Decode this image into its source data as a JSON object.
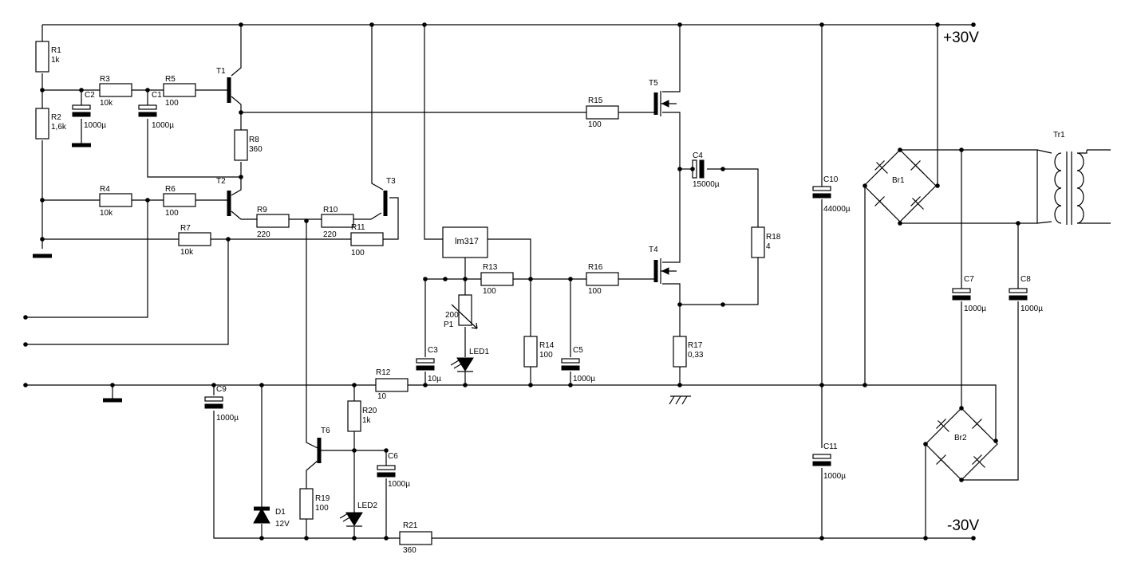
{
  "rails": {
    "positive": "+30V",
    "negative": "-30V"
  },
  "components": [
    {
      "id": "r1",
      "name": "R1",
      "value": "1k"
    },
    {
      "id": "r2",
      "name": "R2",
      "value": "1,6k"
    },
    {
      "id": "r3",
      "name": "R3",
      "value": "10k"
    },
    {
      "id": "r4",
      "name": "R4",
      "value": "10k"
    },
    {
      "id": "r5",
      "name": "R5",
      "value": "100"
    },
    {
      "id": "r6",
      "name": "R6",
      "value": "100"
    },
    {
      "id": "r7",
      "name": "R7",
      "value": "10k"
    },
    {
      "id": "r8",
      "name": "R8",
      "value": "360"
    },
    {
      "id": "r9",
      "name": "R9",
      "value": "220"
    },
    {
      "id": "r10",
      "name": "R10",
      "value": "220"
    },
    {
      "id": "r11",
      "name": "R11",
      "value": "100"
    },
    {
      "id": "r12",
      "name": "R12",
      "value": "10"
    },
    {
      "id": "r13",
      "name": "R13",
      "value": "100"
    },
    {
      "id": "r14",
      "name": "R14",
      "value": "100"
    },
    {
      "id": "r15",
      "name": "R15",
      "value": "100"
    },
    {
      "id": "r16",
      "name": "R16",
      "value": "100"
    },
    {
      "id": "r17",
      "name": "R17",
      "value": "0,33"
    },
    {
      "id": "r18",
      "name": "R18",
      "value": "4"
    },
    {
      "id": "r19",
      "name": "R19",
      "value": "100"
    },
    {
      "id": "r20",
      "name": "R20",
      "value": "1k"
    },
    {
      "id": "r21",
      "name": "R21",
      "value": "360"
    },
    {
      "id": "p1",
      "name": "P1",
      "value": "200"
    },
    {
      "id": "c1",
      "name": "C1",
      "value": "1000µ"
    },
    {
      "id": "c2",
      "name": "C2",
      "value": "1000µ"
    },
    {
      "id": "c3",
      "name": "C3",
      "value": "10µ"
    },
    {
      "id": "c4",
      "name": "C4",
      "value": "15000µ"
    },
    {
      "id": "c5",
      "name": "C5",
      "value": "1000µ"
    },
    {
      "id": "c6",
      "name": "C6",
      "value": "1000µ"
    },
    {
      "id": "c7",
      "name": "C7",
      "value": "1000µ"
    },
    {
      "id": "c8",
      "name": "C8",
      "value": "1000µ"
    },
    {
      "id": "c9",
      "name": "C9",
      "value": "1000µ"
    },
    {
      "id": "c10",
      "name": "C10",
      "value": "44000µ"
    },
    {
      "id": "c11",
      "name": "C11",
      "value": "1000µ"
    },
    {
      "id": "t1",
      "name": "T1",
      "value": ""
    },
    {
      "id": "t2",
      "name": "T2",
      "value": ""
    },
    {
      "id": "t3",
      "name": "T3",
      "value": ""
    },
    {
      "id": "t4",
      "name": "T4",
      "value": ""
    },
    {
      "id": "t5",
      "name": "T5",
      "value": ""
    },
    {
      "id": "t6",
      "name": "T6",
      "value": ""
    },
    {
      "id": "d1",
      "name": "D1",
      "value": "12V"
    },
    {
      "id": "led1",
      "name": "LED1",
      "value": ""
    },
    {
      "id": "led2",
      "name": "LED2",
      "value": ""
    },
    {
      "id": "br1",
      "name": "Br1",
      "value": ""
    },
    {
      "id": "br2",
      "name": "Br2",
      "value": ""
    },
    {
      "id": "tr1",
      "name": "Tr1",
      "value": ""
    },
    {
      "id": "ic1",
      "name": "lm317",
      "value": ""
    }
  ]
}
